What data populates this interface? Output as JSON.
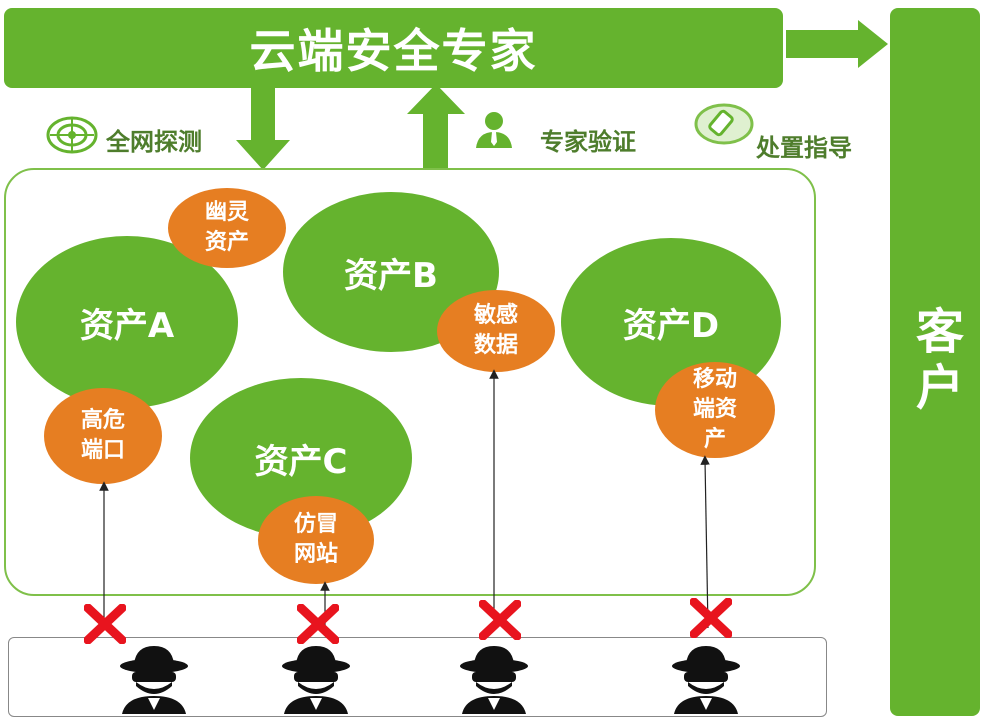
{
  "header": {
    "title": "云端安全专家"
  },
  "customer": {
    "label": "客户"
  },
  "labels": {
    "scan": "全网探测",
    "verify": "专家验证",
    "guide": "处置指导"
  },
  "assets": {
    "a": "资产A",
    "b": "资产B",
    "c": "资产C",
    "d": "资产D"
  },
  "risks": {
    "ghost": [
      "幽灵",
      "资产"
    ],
    "port": [
      "高危",
      "端口"
    ],
    "data": [
      "敏感",
      "数据"
    ],
    "phish": [
      "仿冒",
      "网站"
    ],
    "mobile": [
      "移动",
      "端资",
      "产"
    ]
  },
  "colors": {
    "green": "#65b32e",
    "orange": "#e67e22",
    "red": "#e8141e",
    "legend": "#4e7d2c"
  },
  "icons": [
    "radar-icon",
    "expert-user-icon",
    "guide-tag-icon",
    "hacker-icon",
    "block-x-icon"
  ]
}
